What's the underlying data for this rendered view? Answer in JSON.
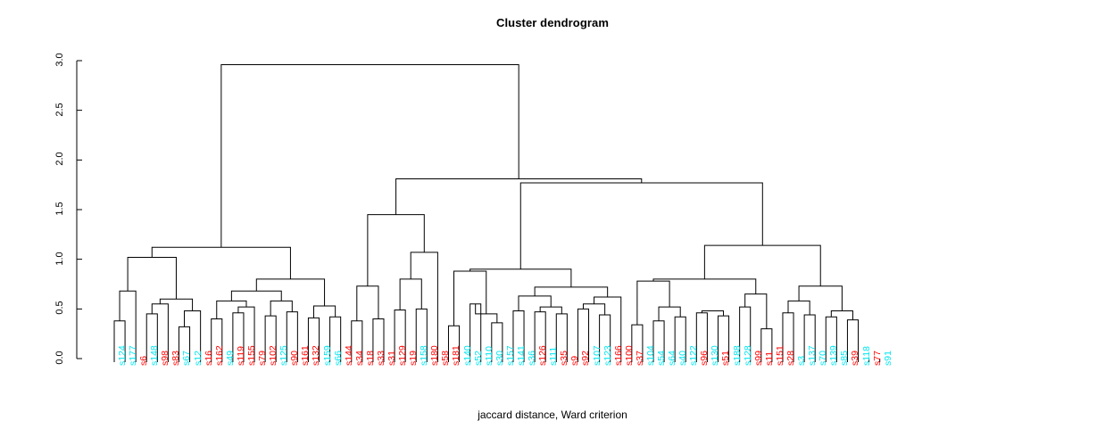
{
  "chart_data": {
    "type": "dendrogram",
    "title": "Cluster dendrogram",
    "xlabel": "jaccard distance, Ward criterion",
    "ylabel": "",
    "ylim": [
      0.0,
      3.0
    ],
    "ytick_labels": [
      "0.0",
      "0.5",
      "1.0",
      "1.5",
      "2.0",
      "2.5",
      "3.0"
    ],
    "ytick_values": [
      0.0,
      0.5,
      1.0,
      1.5,
      2.0,
      2.5,
      3.0
    ],
    "grid": false,
    "legend": "none",
    "label_colors": {
      "group_a": "#ff0000",
      "group_b": "#00e5ee"
    },
    "leaves": [
      {
        "label": "s124",
        "color": "#00e5ee"
      },
      {
        "label": "s177",
        "color": "#00e5ee"
      },
      {
        "label": "s6",
        "color": "#ff0000"
      },
      {
        "label": "s148",
        "color": "#00e5ee"
      },
      {
        "label": "s98",
        "color": "#ff0000"
      },
      {
        "label": "s83",
        "color": "#ff0000"
      },
      {
        "label": "s67",
        "color": "#00e5ee"
      },
      {
        "label": "s12",
        "color": "#00e5ee"
      },
      {
        "label": "s16",
        "color": "#ff0000"
      },
      {
        "label": "s162",
        "color": "#ff0000"
      },
      {
        "label": "s49",
        "color": "#00e5ee"
      },
      {
        "label": "s119",
        "color": "#ff0000"
      },
      {
        "label": "s155",
        "color": "#ff0000"
      },
      {
        "label": "s79",
        "color": "#ff0000"
      },
      {
        "label": "s102",
        "color": "#ff0000"
      },
      {
        "label": "s125",
        "color": "#00e5ee"
      },
      {
        "label": "s90",
        "color": "#ff0000"
      },
      {
        "label": "s161",
        "color": "#ff0000"
      },
      {
        "label": "s132",
        "color": "#ff0000"
      },
      {
        "label": "s159",
        "color": "#00e5ee"
      },
      {
        "label": "s66",
        "color": "#00e5ee"
      },
      {
        "label": "s144",
        "color": "#ff0000"
      },
      {
        "label": "s34",
        "color": "#ff0000"
      },
      {
        "label": "s18",
        "color": "#ff0000"
      },
      {
        "label": "s33",
        "color": "#ff0000"
      },
      {
        "label": "s31",
        "color": "#ff0000"
      },
      {
        "label": "s129",
        "color": "#ff0000"
      },
      {
        "label": "s19",
        "color": "#ff0000"
      },
      {
        "label": "s158",
        "color": "#00e5ee"
      },
      {
        "label": "s180",
        "color": "#ff0000"
      },
      {
        "label": "s58",
        "color": "#ff0000"
      },
      {
        "label": "s181",
        "color": "#ff0000"
      },
      {
        "label": "s140",
        "color": "#00e5ee"
      },
      {
        "label": "s52",
        "color": "#00e5ee"
      },
      {
        "label": "s110",
        "color": "#00e5ee"
      },
      {
        "label": "s30",
        "color": "#00e5ee"
      },
      {
        "label": "s157",
        "color": "#00e5ee"
      },
      {
        "label": "s141",
        "color": "#00e5ee"
      },
      {
        "label": "s36",
        "color": "#00e5ee"
      },
      {
        "label": "s126",
        "color": "#ff0000"
      },
      {
        "label": "s111",
        "color": "#00e5ee"
      },
      {
        "label": "s35",
        "color": "#ff0000"
      },
      {
        "label": "s9",
        "color": "#ff0000"
      },
      {
        "label": "s92",
        "color": "#ff0000"
      },
      {
        "label": "s107",
        "color": "#00e5ee"
      },
      {
        "label": "s123",
        "color": "#00e5ee"
      },
      {
        "label": "s166",
        "color": "#ff0000"
      },
      {
        "label": "s100",
        "color": "#ff0000"
      },
      {
        "label": "s37",
        "color": "#ff0000"
      },
      {
        "label": "s104",
        "color": "#00e5ee"
      },
      {
        "label": "s54",
        "color": "#00e5ee"
      },
      {
        "label": "s64",
        "color": "#00e5ee"
      },
      {
        "label": "s40",
        "color": "#00e5ee"
      },
      {
        "label": "s122",
        "color": "#00e5ee"
      },
      {
        "label": "s96",
        "color": "#ff0000"
      },
      {
        "label": "s130",
        "color": "#00e5ee"
      },
      {
        "label": "s51",
        "color": "#ff0000"
      },
      {
        "label": "s188",
        "color": "#00e5ee"
      },
      {
        "label": "s128",
        "color": "#00e5ee"
      },
      {
        "label": "s99",
        "color": "#ff0000"
      },
      {
        "label": "s11",
        "color": "#ff0000"
      },
      {
        "label": "s151",
        "color": "#ff0000"
      },
      {
        "label": "s28",
        "color": "#ff0000"
      },
      {
        "label": "s3",
        "color": "#00e5ee"
      },
      {
        "label": "s137",
        "color": "#00e5ee"
      },
      {
        "label": "s70",
        "color": "#00e5ee"
      },
      {
        "label": "s139",
        "color": "#00e5ee"
      },
      {
        "label": "s85",
        "color": "#00e5ee"
      },
      {
        "label": "s39",
        "color": "#ff0000"
      },
      {
        "label": "s118",
        "color": "#00e5ee"
      },
      {
        "label": "s77",
        "color": "#ff0000"
      },
      {
        "label": "s91",
        "color": "#00e5ee"
      }
    ],
    "merges": [
      {
        "left": 0,
        "right": 1,
        "height": 0.38
      },
      {
        "left": "m0",
        "right": 2,
        "height": 0.68
      },
      {
        "left": 3,
        "right": 4,
        "height": 0.45
      },
      {
        "left": "m2",
        "right": 5,
        "height": 0.55
      },
      {
        "left": 6,
        "right": 7,
        "height": 0.32
      },
      {
        "left": "m4",
        "right": 8,
        "height": 0.48
      },
      {
        "left": "m3",
        "right": "m5",
        "height": 0.6
      },
      {
        "left": "m1",
        "right": "m6",
        "height": 1.02
      },
      {
        "left": 9,
        "right": 10,
        "height": 0.4
      },
      {
        "left": 11,
        "right": 12,
        "height": 0.46
      },
      {
        "left": "m9",
        "right": 13,
        "height": 0.52
      },
      {
        "left": "m8",
        "right": "m10",
        "height": 0.58
      },
      {
        "left": 14,
        "right": 15,
        "height": 0.43
      },
      {
        "left": 16,
        "right": 17,
        "height": 0.47
      },
      {
        "left": "m12",
        "right": "m13",
        "height": 0.58
      },
      {
        "left": "m11",
        "right": "m14",
        "height": 0.68
      },
      {
        "left": 18,
        "right": 19,
        "height": 0.41
      },
      {
        "left": 20,
        "right": 21,
        "height": 0.42
      },
      {
        "left": "m16",
        "right": "m17",
        "height": 0.53
      },
      {
        "left": "m15",
        "right": "m18",
        "height": 0.8
      },
      {
        "left": "m7",
        "right": "m19",
        "height": 1.12
      },
      {
        "left": 22,
        "right": 23,
        "height": 0.38
      },
      {
        "left": 24,
        "right": 25,
        "height": 0.4
      },
      {
        "left": "m21",
        "right": "m22",
        "height": 0.73
      },
      {
        "left": 26,
        "right": 27,
        "height": 0.49
      },
      {
        "left": 28,
        "right": 29,
        "height": 0.5
      },
      {
        "left": "m24",
        "right": "m25",
        "height": 0.8
      },
      {
        "left": "m26",
        "right": 30,
        "height": 1.07
      },
      {
        "left": "m23",
        "right": "m27",
        "height": 1.45
      },
      {
        "left": 31,
        "right": 32,
        "height": 0.33
      },
      {
        "left": 33,
        "right": 34,
        "height": 0.55
      },
      {
        "left": 35,
        "right": 36,
        "height": 0.36
      },
      {
        "left": "m31",
        "right": "m30",
        "height": 0.45
      },
      {
        "left": "m29",
        "right": "m32",
        "height": 0.88
      },
      {
        "left": 37,
        "right": 38,
        "height": 0.48
      },
      {
        "left": 39,
        "right": 40,
        "height": 0.47
      },
      {
        "left": 41,
        "right": 42,
        "height": 0.45
      },
      {
        "left": "m35",
        "right": "m36",
        "height": 0.52
      },
      {
        "left": "m34",
        "right": "m37",
        "height": 0.63
      },
      {
        "left": 43,
        "right": 44,
        "height": 0.5
      },
      {
        "left": 45,
        "right": 46,
        "height": 0.44
      },
      {
        "left": "m39",
        "right": "m40",
        "height": 0.55
      },
      {
        "left": "m41",
        "right": 47,
        "height": 0.62
      },
      {
        "left": "m38",
        "right": "m42",
        "height": 0.72
      },
      {
        "left": "m33",
        "right": "m43",
        "height": 0.9
      },
      {
        "left": 48,
        "right": 49,
        "height": 0.34
      },
      {
        "left": 50,
        "right": 51,
        "height": 0.38
      },
      {
        "left": 52,
        "right": 53,
        "height": 0.42
      },
      {
        "left": "m46",
        "right": "m47",
        "height": 0.52
      },
      {
        "left": "m45",
        "right": "m48",
        "height": 0.78
      },
      {
        "left": 54,
        "right": 55,
        "height": 0.46
      },
      {
        "left": 56,
        "right": 57,
        "height": 0.43
      },
      {
        "left": "m50",
        "right": "m51",
        "height": 0.48
      },
      {
        "left": 58,
        "right": 59,
        "height": 0.52
      },
      {
        "left": 60,
        "right": 61,
        "height": 0.3
      },
      {
        "left": "m53",
        "right": "m54",
        "height": 0.65
      },
      {
        "left": "m49",
        "right": "m55",
        "height": 0.8
      },
      {
        "left": 62,
        "right": 63,
        "height": 0.46
      },
      {
        "left": 64,
        "right": 65,
        "height": 0.44
      },
      {
        "left": "m57",
        "right": "m58",
        "height": 0.58
      },
      {
        "left": 66,
        "right": 67,
        "height": 0.42
      },
      {
        "left": 68,
        "right": 69,
        "height": 0.39
      },
      {
        "left": "m60",
        "right": "m61",
        "height": 0.48
      },
      {
        "left": "m59",
        "right": "m62",
        "height": 0.73
      },
      {
        "left": "m56",
        "right": "m63",
        "height": 1.14
      },
      {
        "left": "m44",
        "right": "m64",
        "height": 1.77
      },
      {
        "left": "m28",
        "right": "m65",
        "height": 1.81
      },
      {
        "left": "m20",
        "right": "m66",
        "height": 2.96
      }
    ]
  }
}
